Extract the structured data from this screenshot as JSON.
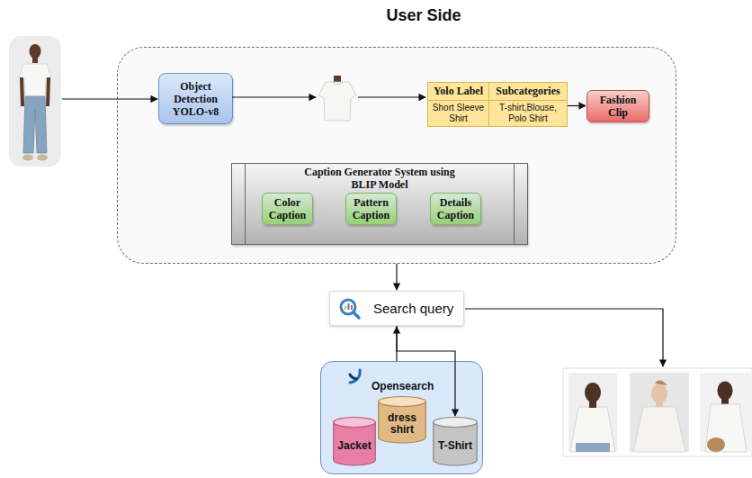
{
  "diagram": {
    "nodes": [
      {
        "text": [
          "User Side"
        ]
      },
      {
        "text": [
          "Object Detection YOLO-v8"
        ],
        "in": 0
      },
      {
        "text": [
          "Yolo Label",
          "Subcategories",
          "Short Sleeve Shirt",
          "T-shirt,Blouse, Polo Shirt"
        ],
        "in": 0
      },
      {
        "text": [
          "Fashion Clip"
        ],
        "in": 0
      },
      {
        "text": [
          "Caption Generator System using BLIP Model"
        ],
        "in": 0
      },
      {
        "text": [
          "Color Caption"
        ],
        "in": 4
      },
      {
        "text": [
          "Pattern Caption"
        ],
        "in": 4
      },
      {
        "text": [
          "Details Caption"
        ],
        "in": 4
      },
      {
        "text": [
          "Search query"
        ]
      },
      {
        "text": [
          "Opensearch"
        ]
      },
      {
        "text": [
          "Jacket"
        ],
        "in": 9
      },
      {
        "text": [
          "dress shirt"
        ],
        "in": 9
      },
      {
        "text": [
          "T-Shirt"
        ],
        "in": 9
      }
    ],
    "edges": [
      {
        "from": 2,
        "to": 3,
        "arrow": "to"
      },
      {
        "from": 0,
        "to": 8,
        "arrow": "to"
      },
      {
        "from": 9,
        "to": 8,
        "arrow": "to"
      },
      {
        "from": 8,
        "to": 12,
        "arrow": "to"
      }
    ]
  }
}
